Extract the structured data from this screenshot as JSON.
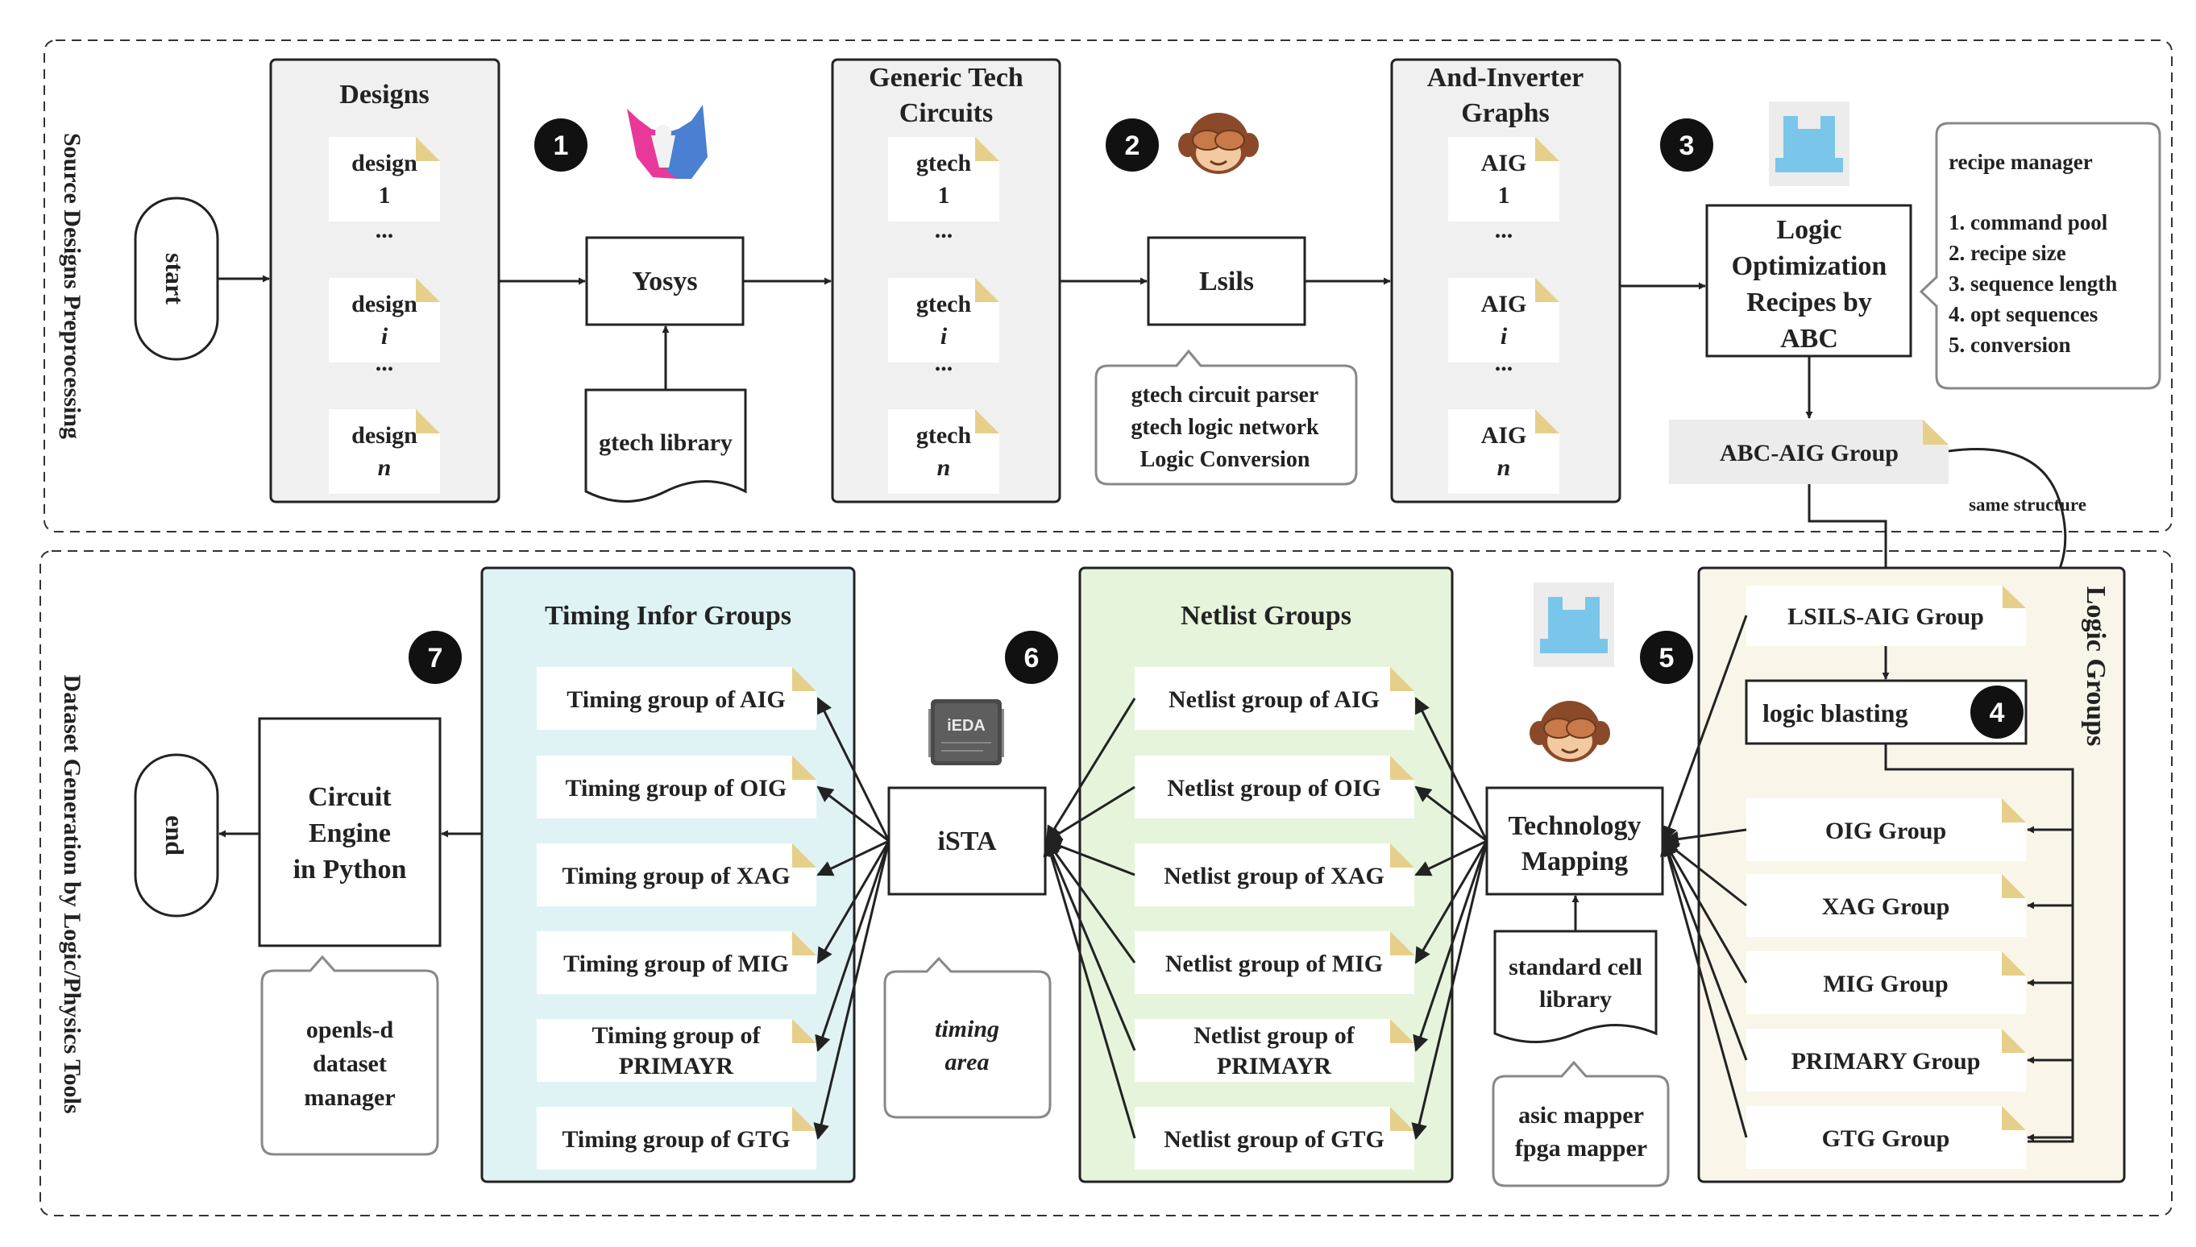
{
  "sections": {
    "top_label": "Source Designs Preprocessing",
    "bottom_label": "Dataset Generation by Logic/Physics Tools"
  },
  "terminals": {
    "start": "start",
    "end": "end"
  },
  "steps": [
    "1",
    "2",
    "3",
    "4",
    "5",
    "6",
    "7"
  ],
  "designs": {
    "title": "Designs",
    "docs": [
      {
        "name": "design",
        "idx": "1"
      },
      {
        "name": "design",
        "idx": "i"
      },
      {
        "name": "design",
        "idx": "n"
      }
    ],
    "ellipsis": "..."
  },
  "gtech": {
    "title_line1": "Generic Tech",
    "title_line2": "Circuits",
    "docs": [
      {
        "name": "gtech",
        "idx": "1"
      },
      {
        "name": "gtech",
        "idx": "i"
      },
      {
        "name": "gtech",
        "idx": "n"
      }
    ],
    "ellipsis": "..."
  },
  "aig": {
    "title_line1": "And-Inverter",
    "title_line2": "Graphs",
    "docs": [
      {
        "name": "AIG",
        "idx": "1"
      },
      {
        "name": "AIG",
        "idx": "i"
      },
      {
        "name": "AIG",
        "idx": "n"
      }
    ],
    "ellipsis": "..."
  },
  "tools": {
    "yosys": "Yosys",
    "gtech_library": "gtech library",
    "lsils": "Lsils",
    "lsils_note": [
      "gtech circuit parser",
      "gtech logic network",
      "Logic Conversion"
    ],
    "logic_opt": [
      "Logic",
      "Optimization",
      "Recipes by",
      "ABC"
    ],
    "recipe_manager": {
      "title": "recipe manager",
      "items": [
        "1. command pool",
        "2. recipe size",
        "3. sequence length",
        "4. opt sequences",
        "5. conversion"
      ]
    },
    "abc_aig_group": "ABC-AIG Group",
    "same_structure": "same structure",
    "lsils_aig_group": "LSILS-AIG Group",
    "logic_blasting": "logic blasting",
    "logic_groups_title": "Logic Groups",
    "logic_groups": [
      "OIG Group",
      "XAG Group",
      "MIG Group",
      "PRIMARY Group",
      "GTG Group"
    ],
    "tech_mapping": [
      "Technology",
      "Mapping"
    ],
    "std_cell_lib": [
      "standard cell",
      "library"
    ],
    "mapper_note": [
      "asic mapper",
      "fpga mapper"
    ],
    "ista": "iSTA",
    "ieda_chip": "iEDA",
    "timing_area": [
      "timing",
      "area"
    ],
    "engine": [
      "Circuit",
      "Engine",
      "in Python"
    ],
    "openls_note": [
      "openls-d",
      "dataset",
      "manager"
    ]
  },
  "netlist": {
    "title": "Netlist Groups",
    "items": [
      [
        "Netlist group of AIG"
      ],
      [
        "Netlist group of OIG"
      ],
      [
        "Netlist group of XAG"
      ],
      [
        "Netlist group of MIG"
      ],
      [
        "Netlist group of",
        "PRIMAYR"
      ],
      [
        "Netlist group of GTG"
      ]
    ]
  },
  "timing": {
    "title": "Timing Infor Groups",
    "items": [
      [
        "Timing group of AIG"
      ],
      [
        "Timing group of OIG"
      ],
      [
        "Timing group of XAG"
      ],
      [
        "Timing group of MIG"
      ],
      [
        "Timing group of",
        "PRIMAYR"
      ],
      [
        "Timing group of GTG"
      ]
    ]
  },
  "colors": {
    "panel_gray": "#f0f0f0",
    "timing_bg": "#e0f3f4",
    "netlist_bg": "#e6f4dc",
    "logic_bg": "#f9f6e9",
    "dogear": "#e6cf8a",
    "abc_icon": "#7ac6ea",
    "yosys_pink": "#e8399b",
    "yosys_blue": "#4a7fd1"
  }
}
